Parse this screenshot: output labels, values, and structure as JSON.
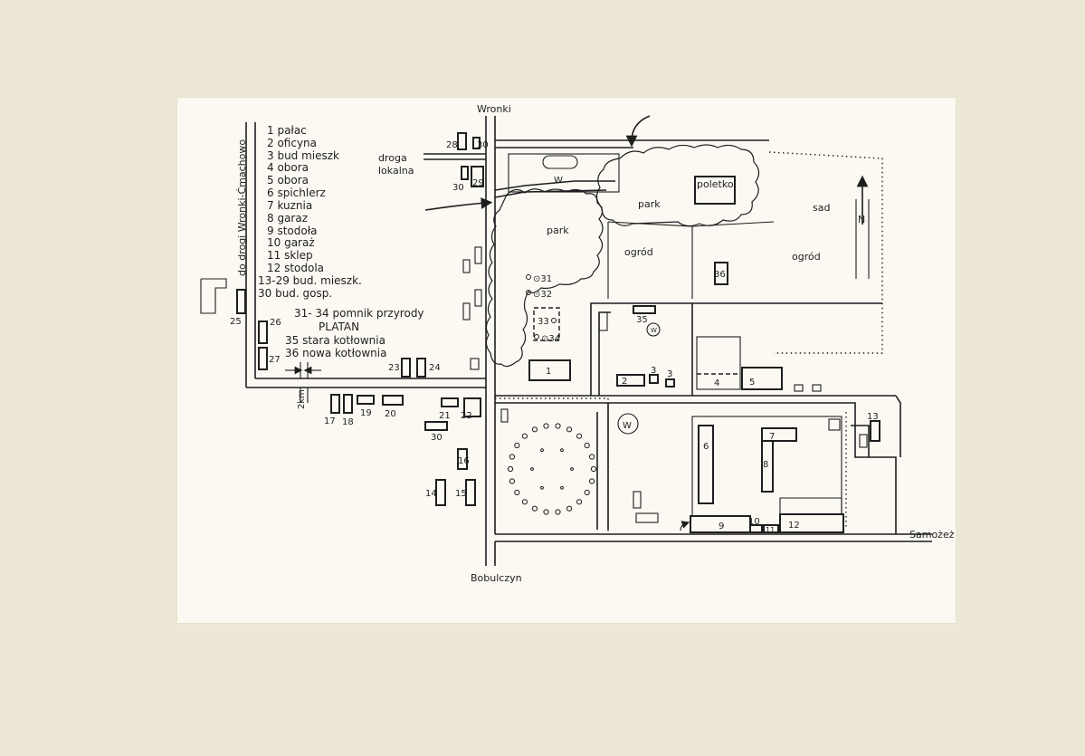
{
  "legend": [
    "1 pałac",
    "2 oficyna",
    "3 bud mieszk",
    "4 obora",
    "5 obora",
    "6 spichlerz",
    "7 kuznia",
    "8 garaz",
    "9 stodoła",
    "10 garaż",
    "11 sklep",
    "12 stodola",
    "13-29 bud. mieszk.",
    "30 bud. gosp.",
    "31- 34 pomnik przyrody",
    "PLATAN",
    "35 stara kotłownia",
    "36 nowa kotłownia"
  ],
  "places": {
    "north": "Wronki",
    "south": "Bobulczyn",
    "east": "Samożeż",
    "local_road_1": "droga",
    "local_road_2": "lokalna",
    "west_road": "do drogi Wronki-Ćmachowo",
    "distance": "2km"
  },
  "areas": {
    "well_top": "W",
    "park_1": "park",
    "park_2": "park",
    "garden_1": "ogród",
    "garden_2": "ogród",
    "orchard": "sad",
    "small_field": "poletko",
    "north": "N",
    "well_mid": "W",
    "well_small": "W"
  },
  "nums": {
    "1": "1",
    "2": "2",
    "3a": "3",
    "3b": "3",
    "4": "4",
    "5": "5",
    "6": "6",
    "7": "7",
    "8": "8",
    "9": "9",
    "10": "10",
    "11": "11",
    "12": "12",
    "13": "13",
    "14": "14",
    "15": "15",
    "16": "16",
    "17": "17",
    "18": "18",
    "19": "19",
    "20": "20",
    "21": "21",
    "22": "22",
    "23": "23",
    "24": "24",
    "25": "25",
    "26": "26",
    "27": "27",
    "28": "28",
    "29": "29",
    "30a": "30",
    "30b": "30",
    "30c": "30",
    "31": "⊙31",
    "32": "⊙32",
    "33": "33",
    "34": "⊙34",
    "35": "35",
    "36": "36"
  }
}
